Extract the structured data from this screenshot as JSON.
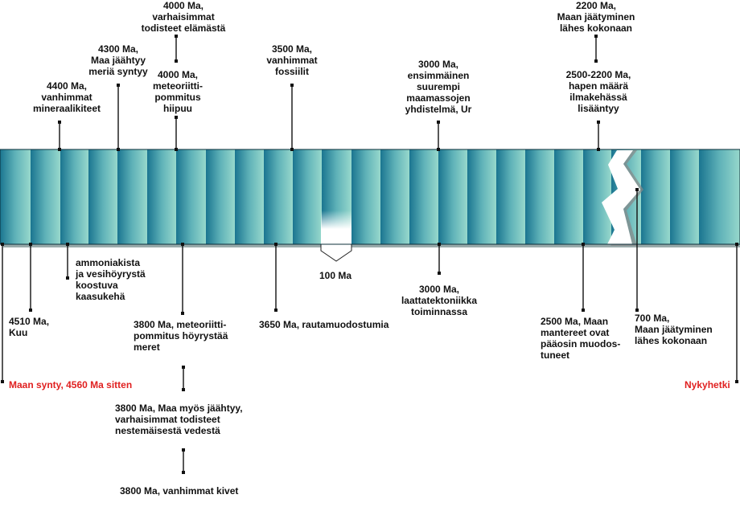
{
  "title": "Maan historian aikajana",
  "colors": {
    "band_dark": "#1d7e94",
    "band_light": "#8fd2c8",
    "band_edge": "#0c2f3a",
    "line": "#111111",
    "endpoint_label": "#e02020"
  },
  "endpoints": {
    "start": "Maan synty, 4560 Ma sitten",
    "end": "Nykyhetki"
  },
  "events": {
    "e4400": "4400 Ma,\nvanhimmat\nmineraalikiteet",
    "e4300": "4300 Ma,\nMaa jäähtyy\nmeriä syntyy",
    "e4000a": "4000 Ma,\nvarhaisimmat\ntodisteet elämästä",
    "e4000b": "4000 Ma,\nmeteoriitti-\npommitus\nhiipuu",
    "e3500": "3500 Ma,\nvanhimmat\nfossiilit",
    "e3000a": "3000 Ma,\nensimmäinen\nsuurempi\nmaamassojen\nyhdistelmä, Ur",
    "e2500_2200": "2500-2200 Ma,\nhapen määrä\nilmakehässä\nlisääntyy",
    "e2200": "2200 Ma,\nMaan jäätyminen\nlähes kokonaan",
    "e4510": "4510 Ma,\nKuu",
    "ammonia": "ammoniakista\nja vesihöyrystä\nkoostuva\nkaasukehä",
    "e3800a": "3800 Ma, meteoriitti-\npommitus höyrystää\nmeret",
    "e3800b": "3800 Ma, Maa myös jäähtyy,\nvarhaisimmat todisteet\nnestemäisestä vedestä",
    "e3800c": "3800 Ma, vanhimmat kivet",
    "e3650": "3650 Ma, rautamuodostumia",
    "e100": "100 Ma",
    "e3000b": "3000 Ma,\nlaattatektoniikka\ntoiminnassa",
    "e2500": "2500 Ma, Maan\nmantereet ovat\npääosin muodos-\ntuneet",
    "e700": "700 Ma,\nMaan jäätyminen\nlähes kokonaan"
  }
}
